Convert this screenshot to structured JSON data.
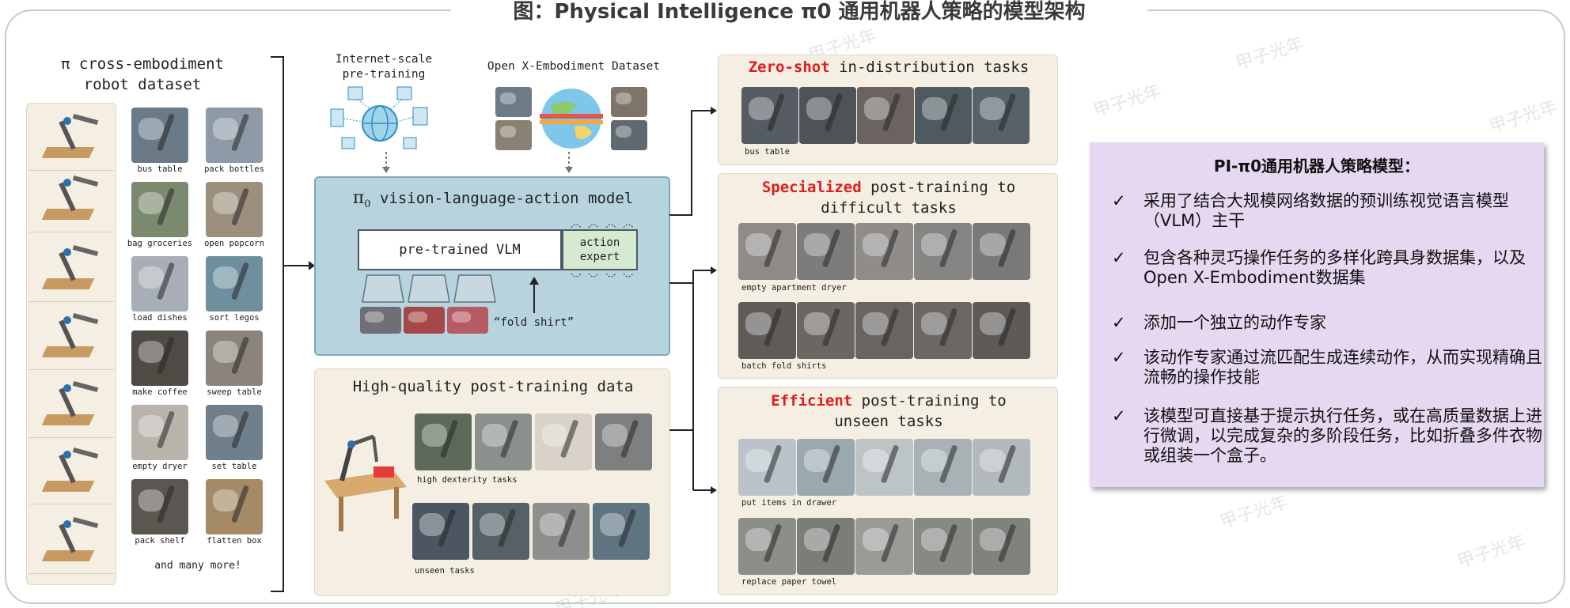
{
  "title": "图：Physical Intelligence π0 通用机器人策略的模型架构",
  "dataset": {
    "heading_line1": "π cross-embodiment",
    "heading_line2": "robot dataset",
    "tasks": [
      {
        "label": "bus table",
        "color": "#6a7a86"
      },
      {
        "label": "pack bottles",
        "color": "#8e9aa8"
      },
      {
        "label": "bag groceries",
        "color": "#7b8a6e"
      },
      {
        "label": "open popcorn",
        "color": "#9d8f7d"
      },
      {
        "label": "load dishes",
        "color": "#a7aeb6"
      },
      {
        "label": "sort legos",
        "color": "#6d8f9e"
      },
      {
        "label": "make coffee",
        "color": "#4e4a44"
      },
      {
        "label": "sweep table",
        "color": "#8a847a"
      },
      {
        "label": "empty dryer",
        "color": "#b9b3ab"
      },
      {
        "label": "set table",
        "color": "#6f7f8c"
      },
      {
        "label": "pack shelf",
        "color": "#5c5650"
      },
      {
        "label": "flatten box",
        "color": "#a48a66"
      }
    ],
    "more": "and many more!"
  },
  "pretraining": {
    "internet_line1": "Internet-scale",
    "internet_line2": "pre-training",
    "openx": "Open X-Embodiment Dataset"
  },
  "model": {
    "pi": "π",
    "sub": "0",
    "heading": "vision-language-action model",
    "vlm": "pre-trained VLM",
    "expert_line1": "action",
    "expert_line2": "expert",
    "prompt": "“fold shirt”"
  },
  "posttrain": {
    "heading": "High-quality post-training data",
    "high": "high dexterity tasks",
    "unseen": "unseen tasks"
  },
  "outputs": {
    "zero_red": "Zero-shot",
    "zero_rest": " in-distribution tasks",
    "zero_caption": "bus table",
    "spec_red": "Specialized",
    "spec_rest1": " post-training to",
    "spec_rest2": "difficult tasks",
    "spec_cap1": "empty apartment dryer",
    "spec_cap2": "batch fold shirts",
    "eff_red": "Efficient",
    "eff_rest1": " post-training to",
    "eff_rest2": "unseen tasks",
    "eff_cap1": "put items in drawer",
    "eff_cap2": "replace paper towel"
  },
  "summary": {
    "title": "PI-π0通用机器人策略模型：",
    "check": "✓",
    "bullets": [
      "采用了结合大规模网络数据的预训练视觉语言模型（VLM）主干",
      "包含各种灵巧操作任务的多样化跨具身数据集，以及Open X-Embodiment数据集",
      "添加一个独立的动作专家",
      "该动作专家通过流匹配生成连续动作，从而实现精确且流畅的操作技能",
      "该模型可直接基于提示执行任务，或在高质量数据上进行微调，以完成复杂的多阶段任务，比如折叠多件衣物或组装一个盒子。"
    ]
  },
  "watermark": "甲子光年",
  "colors": {
    "accent_red": "#e01c1c",
    "model_panel": "#b7d3de",
    "beige_panel": "#f4efe2",
    "summary_panel": "#e6d8f1",
    "expert_box": "#d6ead0"
  }
}
